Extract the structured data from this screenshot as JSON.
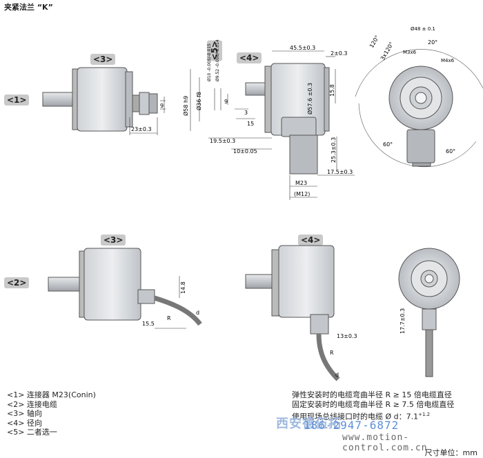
{
  "title": "夹紧法兰 “K”",
  "tags": {
    "row1": "<1>",
    "row2": "<2>",
    "axial_top": "<3>",
    "radial_top": "<4>",
    "either": "<5>",
    "axial_bottom": "<3>",
    "radial_bottom": "<4>"
  },
  "dims": {
    "d23": "23±0.3",
    "d9": "9",
    "d58": "Ø58 h9",
    "d36": "Ø36 f8",
    "d10": "Ø10 -0.005/-0.015",
    "d952": "Ø9.52 -0.006/-0.014",
    "d9b": "9",
    "d3": "3",
    "d15": "15",
    "d19": "19.5±0.3",
    "d10b": "10±0.05",
    "d45": "45.5±0.3",
    "d2": "2±0.3",
    "d158": "15.8",
    "d57": "Ø57.6 ±0.3",
    "d253": "25.3±0.3",
    "d175": "17.5±0.3",
    "dM23": "M23",
    "dM12": "(M12)",
    "d48": "Ø48 ± 0.1",
    "d20": "20°",
    "d120a": "120°",
    "d3x120": "3x120°",
    "dM3x6": "M3x6",
    "dM4x6": "M4x6",
    "d60a": "60°",
    "d60b": "60°",
    "d148": "14.8",
    "d155": "15.5",
    "dR": "R",
    "dd": "d",
    "d13": "13±0.3",
    "dR2": "R",
    "dd2": "d",
    "d177": "17.7±0.3"
  },
  "legend": [
    "<1> 连接器 M23(Conin)",
    "<2> 连接电缆",
    "<3> 轴向",
    "<4> 径向",
    "<5> 二者选一"
  ],
  "notes": {
    "line1": "弹性安装时的电缆弯曲半径 R ≥ 15 倍电缆直径",
    "line2": "固定安装时的电缆弯曲半径 R ≥ 7.5 倍电缆直径",
    "line3": "使用现场总线接口时的电缆 Ø d：7.1",
    "line3_sup": "+1.2"
  },
  "watermark": {
    "brand1": "西安德伍拓",
    "brand2": "",
    "phone": "186-2947-6872",
    "url": "www.motion-control.com.cn"
  },
  "units": "尺寸单位：mm"
}
